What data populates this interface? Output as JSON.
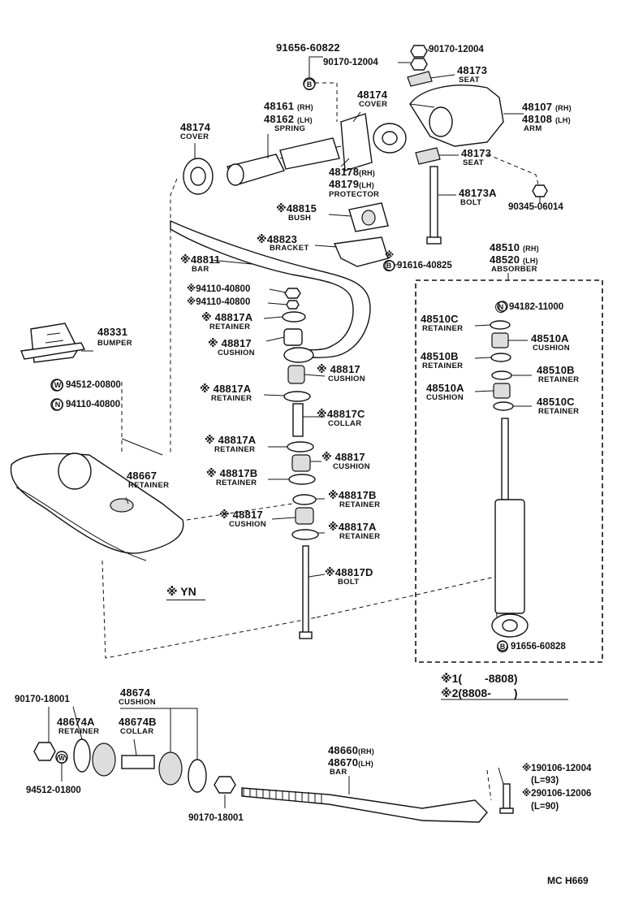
{
  "parts": {
    "p91656_60822": {
      "number": "91656-60822",
      "circle": "B"
    },
    "p90170_12004_a": {
      "number": "90170-12004"
    },
    "p90170_12004_b": {
      "number": "90170-12004"
    },
    "p48173_a": {
      "number": "48173",
      "name": "SEAT"
    },
    "p48174_b": {
      "number": "48174",
      "name": "COVER"
    },
    "p48161": {
      "number": "48161",
      "suffix": "(RH)"
    },
    "p48162": {
      "number": "48162",
      "suffix": "(LH)",
      "name": "SPRING"
    },
    "p48107": {
      "number": "48107",
      "suffix": "(RH)"
    },
    "p48108": {
      "number": "48108",
      "suffix": "(LH)",
      "name": "ARM"
    },
    "p48174_a": {
      "number": "48174",
      "name": "COVER"
    },
    "p48178": {
      "number": "48178",
      "suffix": "(RH)"
    },
    "p48179": {
      "number": "48179",
      "suffix": "(LH)",
      "name": "PROTECTOR"
    },
    "p48173_b": {
      "number": "48173",
      "name": "SEAT"
    },
    "p48173A": {
      "number": "48173A",
      "name": "BOLT"
    },
    "p90345": {
      "number": "90345-06014"
    },
    "p48815": {
      "mark": "※",
      "number": "48815",
      "name": "BUSH"
    },
    "p48823": {
      "mark": "※",
      "number": "48823",
      "name": "BRACKET"
    },
    "p91616": {
      "mark": "※",
      "number": "91616-40825",
      "circle": "B"
    },
    "p48811": {
      "mark": "※",
      "number": "48811",
      "name": "BAR"
    },
    "p48510": {
      "number": "48510",
      "suffix": "(RH)"
    },
    "p48520": {
      "number": "48520",
      "suffix": "(LH)",
      "name": "ABSORBER"
    },
    "p94110_a": {
      "mark": "※",
      "number": "94110-40800"
    },
    "p94110_b": {
      "mark": "※",
      "number": "94110-40800"
    },
    "p48817A_1": {
      "mark": "※",
      "number": "48817A",
      "name": "RETAINER"
    },
    "p48817_1": {
      "mark": "※",
      "number": "48817",
      "name": "CUSHION"
    },
    "p94182": {
      "number": "94182-11000",
      "circle": "N"
    },
    "p48510C_a": {
      "number": "48510C",
      "name": "RETAINER"
    },
    "p48510A_a": {
      "number": "48510A",
      "name": "CUSHION"
    },
    "p48510B_a": {
      "number": "48510B",
      "name": "RETAINER"
    },
    "p48510B_b": {
      "number": "48510B",
      "name": "RETAINER"
    },
    "p48510A_b": {
      "number": "48510A",
      "name": "CUSHION"
    },
    "p48510C_b": {
      "number": "48510C",
      "name": "RETAINER"
    },
    "p48331": {
      "number": "48331",
      "name": "BUMPER"
    },
    "p94512_00800": {
      "number": "94512-00800",
      "circle": "W"
    },
    "p94110_40800_c": {
      "number": "94110-40800",
      "circle": "N"
    },
    "p48817_2": {
      "mark": "※",
      "number": "48817",
      "name": "CUSHION"
    },
    "p48817A_2": {
      "mark": "※",
      "number": "48817A",
      "name": "RETAINER"
    },
    "p48817C": {
      "mark": "※",
      "number": "48817C",
      "name": "COLLAR"
    },
    "p48817A_3": {
      "mark": "※",
      "number": "48817A",
      "name": "RETAINER"
    },
    "p48817_3": {
      "mark": "※",
      "number": "48817",
      "name": "CUSHION"
    },
    "p48667": {
      "number": "48667",
      "name": "RETAINER"
    },
    "p48817B_1": {
      "mark": "※",
      "number": "48817B",
      "name": "RETAINER"
    },
    "p48817B_2": {
      "mark": "※",
      "number": "48817B",
      "name": "RETAINER"
    },
    "p48817_4": {
      "mark": "※",
      "number": "48817",
      "name": "CUSHION"
    },
    "p48817A_4": {
      "mark": "※",
      "number": "48817A",
      "name": "RETAINER"
    },
    "p48817D": {
      "mark": "※",
      "number": "48817D",
      "name": "BOLT"
    },
    "p91656_60828": {
      "number": "91656-60828",
      "circle": "B"
    },
    "p90170_18001_a": {
      "number": "90170-18001"
    },
    "p48674": {
      "number": "48674",
      "name": "CUSHION"
    },
    "p48674A": {
      "number": "48674A",
      "name": "RETAINER"
    },
    "p48674B": {
      "number": "48674B",
      "name": "COLLAR"
    },
    "p94512_01800": {
      "number": "94512-01800"
    },
    "p90170_18001_b": {
      "number": "90170-18001"
    },
    "p48660": {
      "number": "48660",
      "suffix": "(RH)"
    },
    "p48670": {
      "number": "48670",
      "suffix": "(LH)",
      "name": "BAR"
    },
    "p90106_1": {
      "number": "※190106-12004",
      "sub": "(L=93)"
    },
    "p90106_2": {
      "number": "※290106-12006",
      "sub": "(L=90)"
    }
  },
  "notes": {
    "yn": "※ YN",
    "range1": "※1(　　-8808)",
    "range2": "※2(8808-　　)"
  },
  "footer": {
    "code": "MC H669"
  },
  "glyphs": {
    "washer_w": "W"
  }
}
